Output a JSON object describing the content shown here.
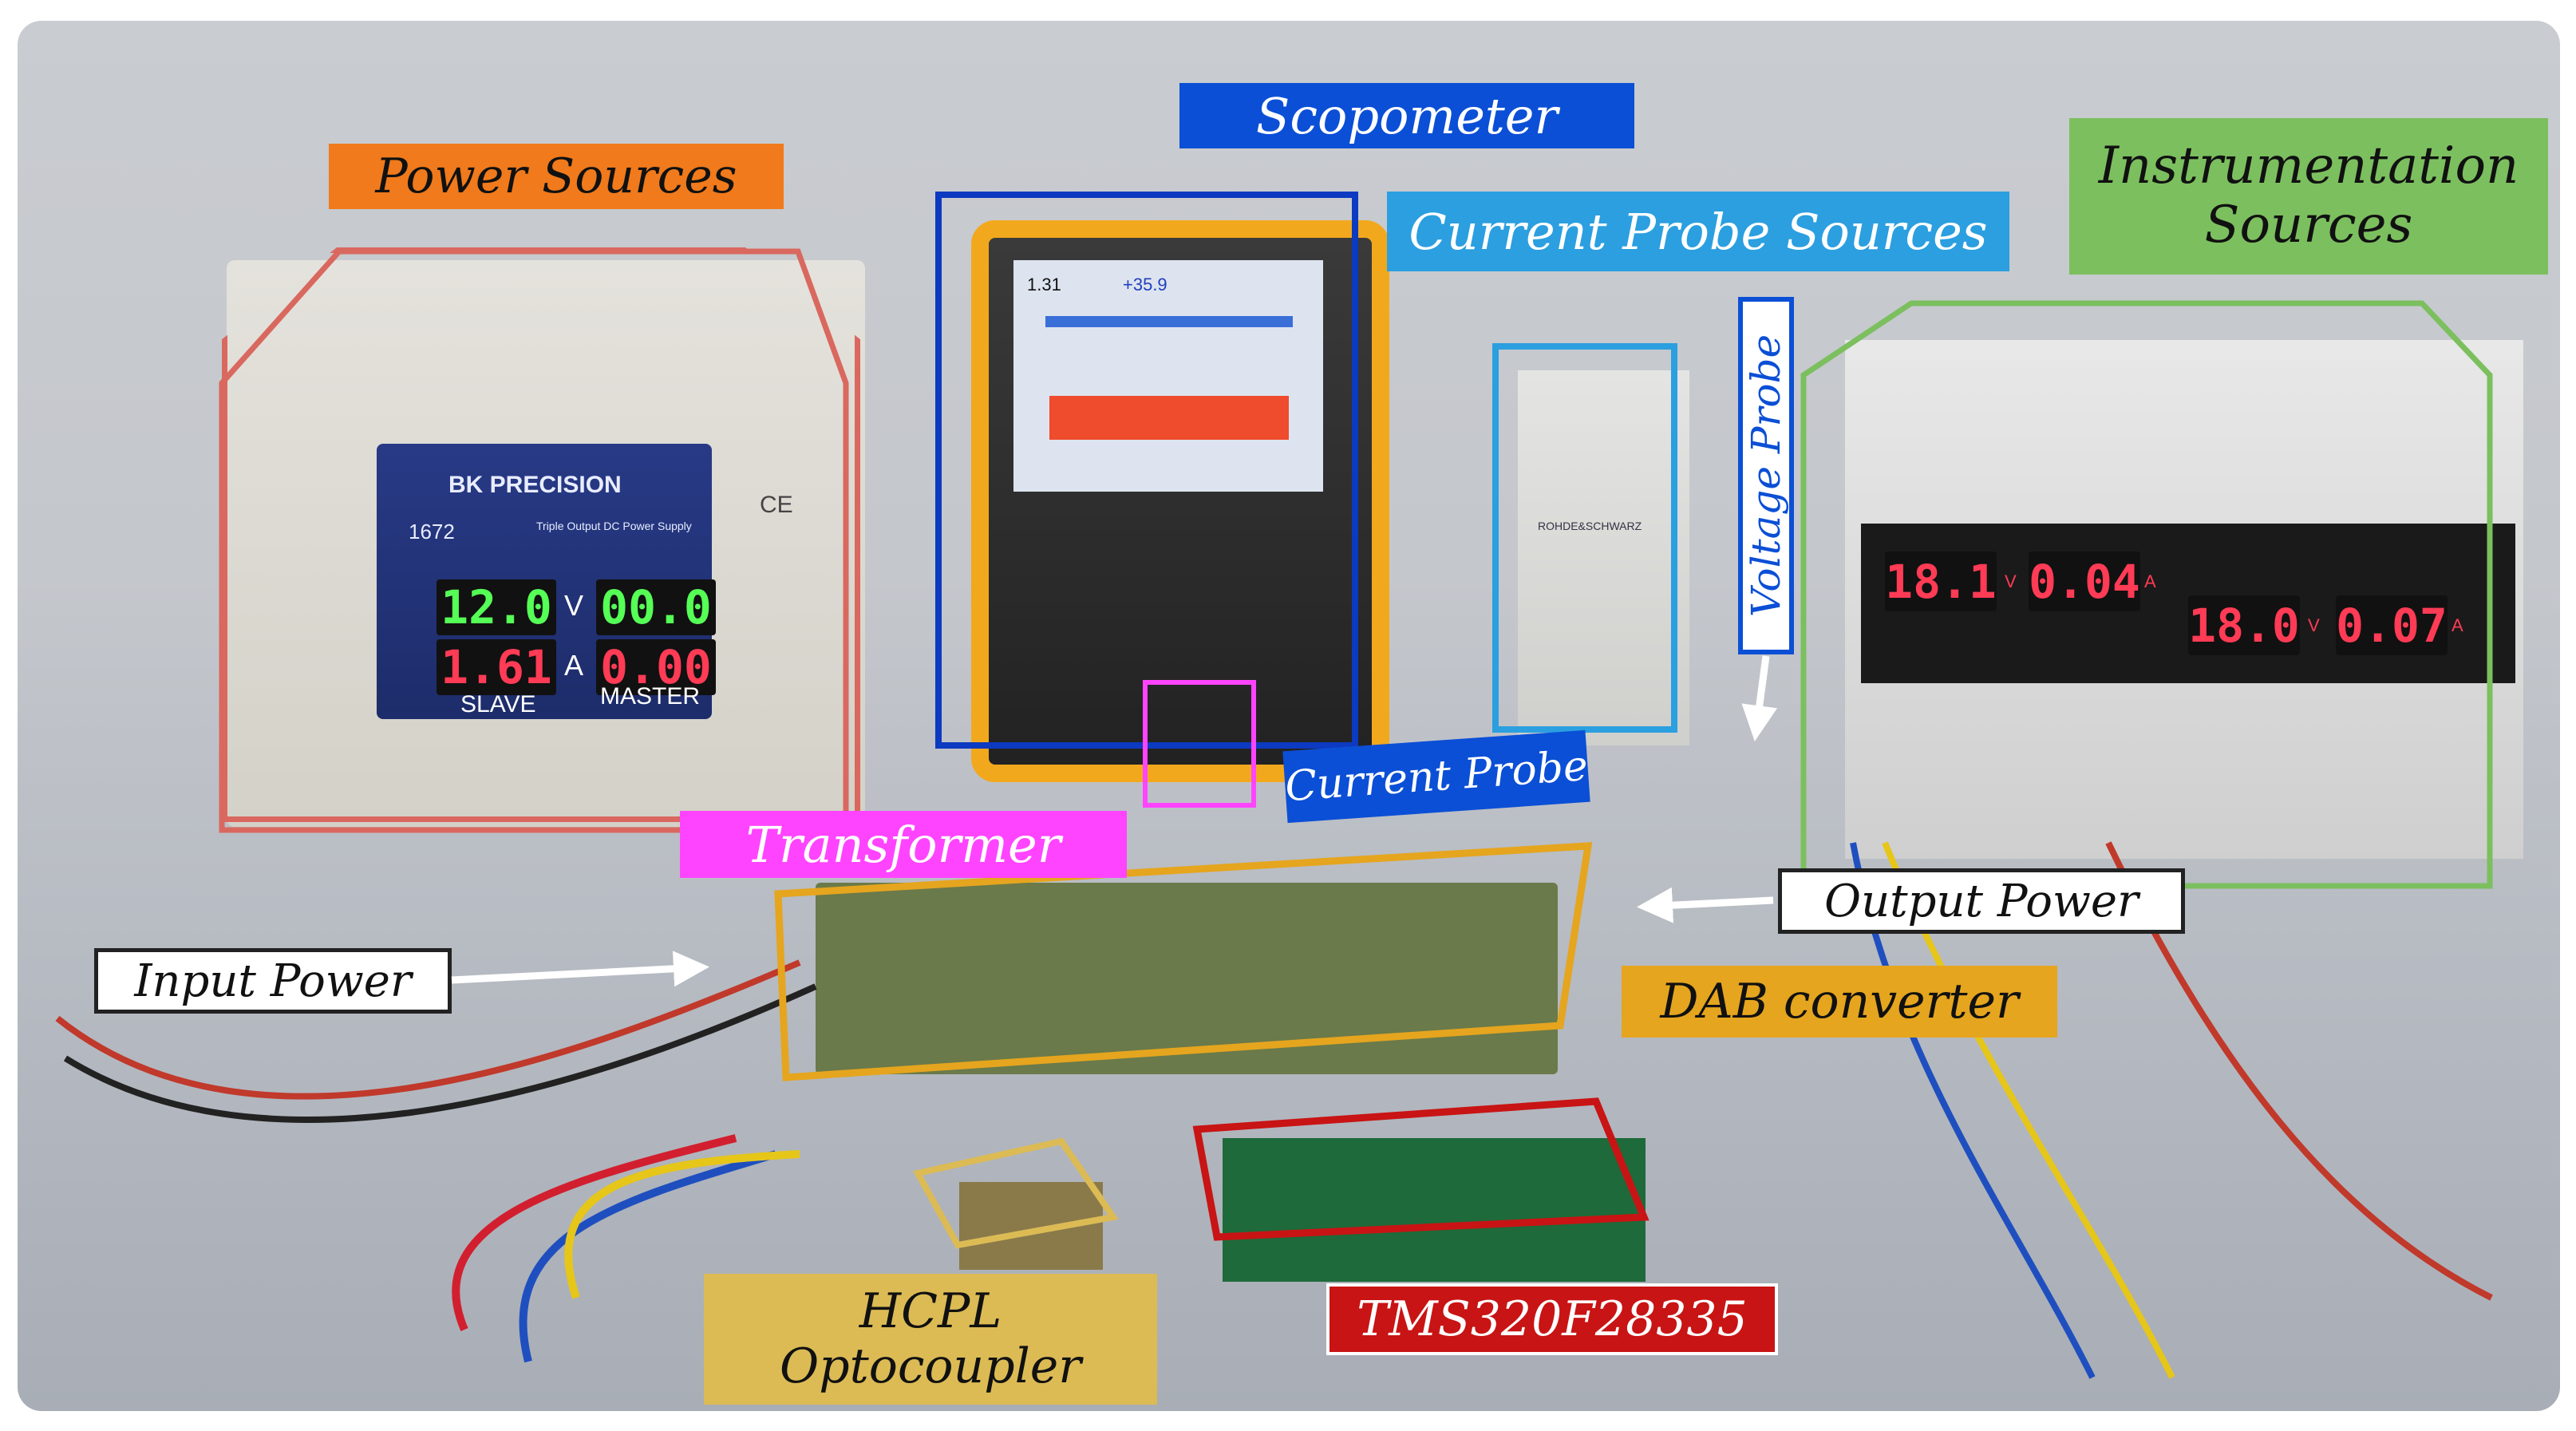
{
  "labels": {
    "power_sources": "Power Sources",
    "scopometer": "Scopometer",
    "current_probe_sources": "Current Probe Sources",
    "instrumentation_sources_line1": "Instrumentation",
    "instrumentation_sources_line2": "Sources",
    "voltage_probe": "Voltage Probe",
    "current_probe": "Current Probe",
    "transformer": "Transformer",
    "output_power": "Output Power",
    "input_power": "Input Power",
    "dab_converter": "DAB converter",
    "hcpl_line1": "HCPL",
    "hcpl_line2": "Optocoupler",
    "tms": "TMS320F28335"
  },
  "equipment_text": {
    "bk_brand": "BK PRECISION",
    "bk_model": "1672",
    "bk_slave_voltage": "12.0",
    "bk_slave_current": "1.61",
    "bk_master_voltage": "00.0",
    "bk_master_current": "0.00",
    "bk_unit_v": "V",
    "bk_unit_a": "A",
    "bk_slave": "SLAVE",
    "bk_master": "MASTER",
    "bk_ce": "CE",
    "bk_desc": "Triple Output DC Power Supply",
    "rs_brand": "ROHDE&SCHWARZ",
    "right_left_voltage": "18.1",
    "right_left_current": "0.04",
    "right_right_voltage": "18.0",
    "right_right_current": "0.07",
    "right_unit_v": "V",
    "right_unit_a": "A",
    "scope_reading_1": "1.31",
    "scope_reading_2": "+35.9"
  },
  "colors": {
    "power_sources": "#f07a1c",
    "power_sources_outline": "#d9685f",
    "scopometer": "#0b4fd6",
    "scopometer_outline": "#0c3ac0",
    "current_probe_sources": "#2b9fe0",
    "instrumentation": "#7cbf5f",
    "transformer": "#ff44ff",
    "current_probe": "#0b4fd6",
    "dab": "#e5a51e",
    "hcpl": "#dcbb55",
    "tms": "#c81414",
    "white": "#ffffff"
  }
}
